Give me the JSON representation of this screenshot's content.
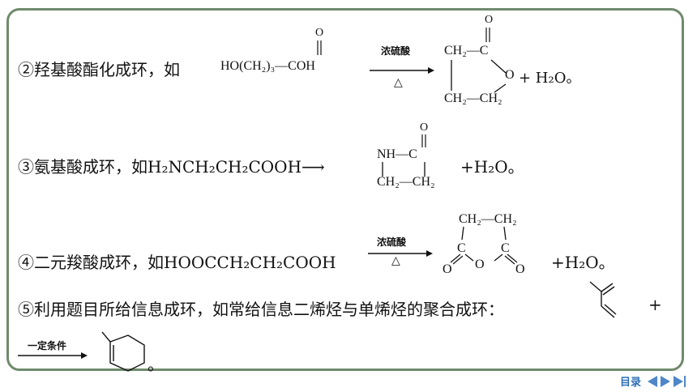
{
  "lines": {
    "l2_text": "②羟基酸酯化成环，如",
    "l2_reactant": "HO(CH₂)₃—COH",
    "l2_o": "O",
    "l2_cond_top": "浓硫酸",
    "l2_cond_bottom": "△",
    "l2_ring_ch2": "CH₂—C",
    "l2_ring_o_top": "O",
    "l2_ring_o": "O",
    "l2_ring_bottom": "CH₂—CH₂",
    "l2_plus_water": "+ H₂O。",
    "l3_text": "③氨基酸成环，如H₂NCH₂CH₂COOH⟶",
    "l3_o": "O",
    "l3_nh": "NH—C",
    "l3_bottom": "CH₂—CH₂",
    "l3_plus_water": "+H₂O。",
    "l4_text": "④二元羧酸成环，如HOOCCH₂CH₂COOH",
    "l4_cond_top": "浓硫酸",
    "l4_cond_bottom": "△",
    "l4_top": "CH₂—CH₂",
    "l4_c_left": "C",
    "l4_c_right": "C",
    "l4_o_left": "O",
    "l4_o_mid": "O",
    "l4_o_right": "O",
    "l4_plus_water": "+H₂O。",
    "l5_text": "⑤利用题目所给信息成环，如常给信息二烯烃与单烯烃的聚合成环：",
    "l5_plus": "+",
    "l6_cond": "一定条件",
    "l6_end": "。"
  },
  "nav": {
    "toc": "目录"
  }
}
